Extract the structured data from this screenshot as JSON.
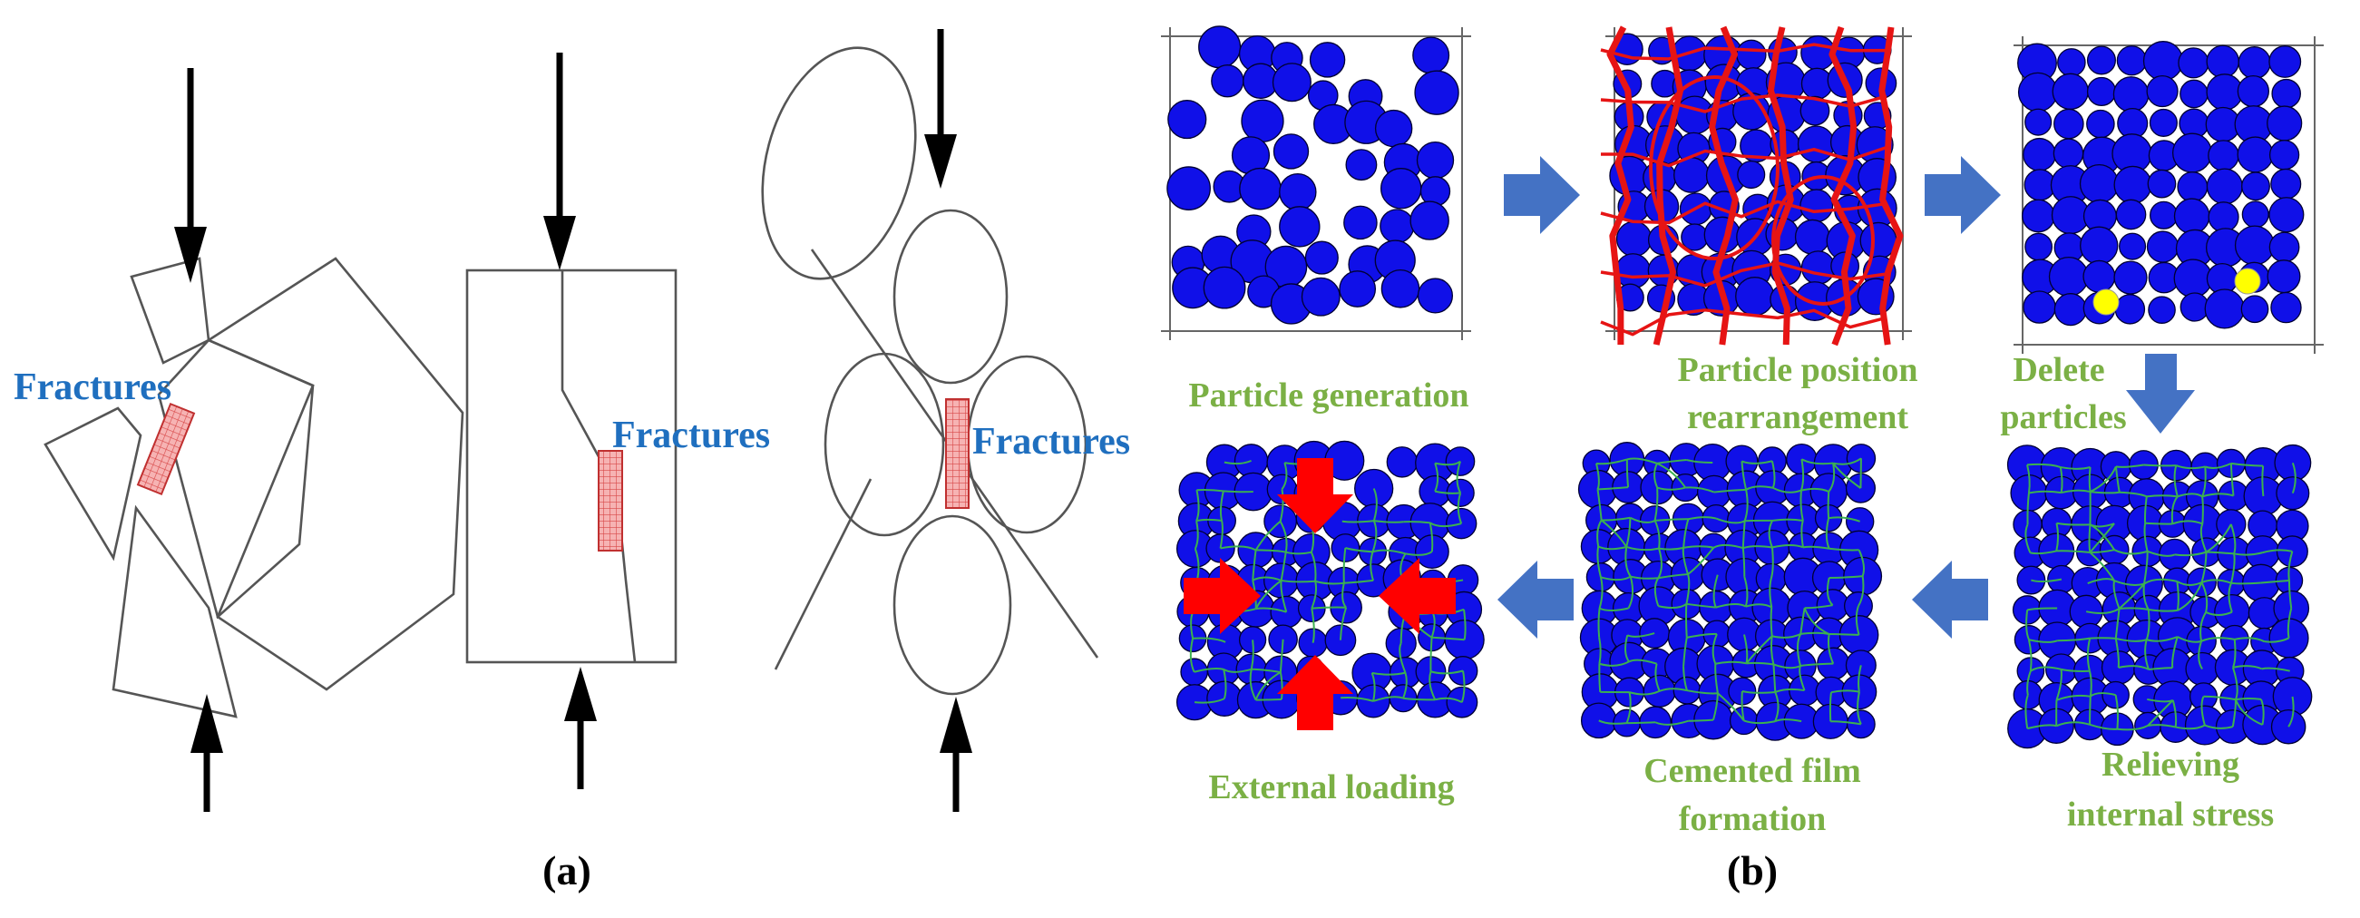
{
  "panel_a": {
    "label": "(a)",
    "fracture_labels": [
      "Fractures",
      "Fractures",
      "Fractures"
    ]
  },
  "panel_b": {
    "label": "(b)",
    "steps": [
      {
        "id": "generation",
        "lines": [
          "Particle generation"
        ]
      },
      {
        "id": "rearrangement",
        "lines": [
          "Particle position",
          "rearrangement"
        ]
      },
      {
        "id": "delete",
        "lines": [
          "Delete",
          "particles"
        ]
      },
      {
        "id": "relieving",
        "lines": [
          "Relieving",
          "internal stress"
        ]
      },
      {
        "id": "cemented",
        "lines": [
          "Cemented film",
          "formation"
        ]
      },
      {
        "id": "loading",
        "lines": [
          "External loading"
        ]
      }
    ]
  },
  "colors": {
    "particle": "#1010e8",
    "particle_outline": "#000033",
    "deleted_particle": "#ffff00",
    "force_chain": "#e61414",
    "cement_film": "#3cb050",
    "load_arrow": "#ff0000",
    "flow_arrow": "#4472c4",
    "fracture_fill": "#f4a8a8",
    "fracture_label": "#1f6fbf",
    "step_label": "#7bb045"
  }
}
